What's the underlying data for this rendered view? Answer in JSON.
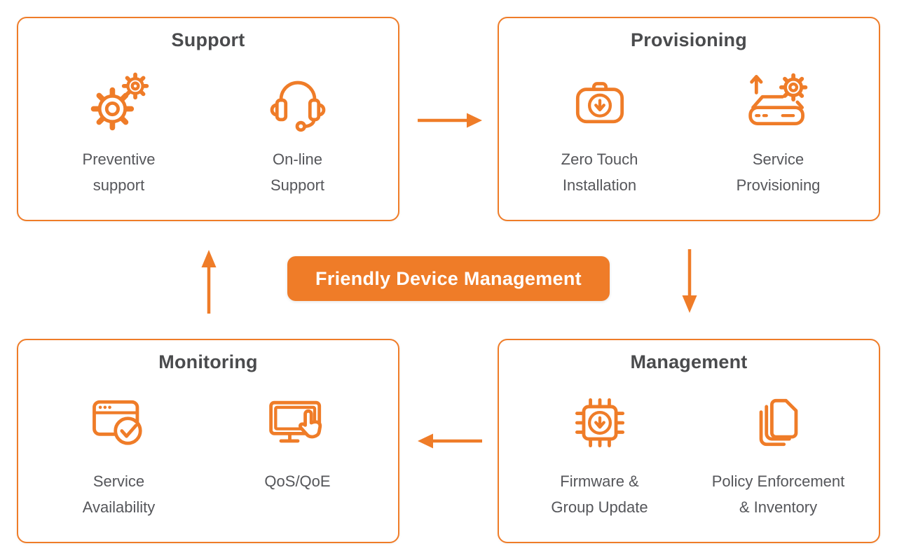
{
  "diagram": {
    "colors": {
      "accent": "#EF7C28",
      "title_color": "#4A4B4D",
      "label_color": "#55565A",
      "banner_text_color": "#FFFFFF",
      "background": "#FFFFFF"
    },
    "banner": {
      "label": "Friendly Device Management"
    },
    "boxes": [
      {
        "id": "support",
        "title": "Support",
        "items": [
          {
            "icon": "gears-icon",
            "lines": [
              "Preventive",
              "support"
            ]
          },
          {
            "icon": "headset-icon",
            "lines": [
              "On-line",
              "Support"
            ]
          }
        ]
      },
      {
        "id": "provisioning",
        "title": "Provisioning",
        "items": [
          {
            "icon": "briefcase-download-icon",
            "lines": [
              "Zero Touch",
              "Installation"
            ]
          },
          {
            "icon": "router-gear-icon",
            "lines": [
              "Service",
              "Provisioning"
            ]
          }
        ]
      },
      {
        "id": "monitoring",
        "title": "Monitoring",
        "items": [
          {
            "icon": "browser-check-icon",
            "lines": [
              "Service",
              "Availability"
            ]
          },
          {
            "icon": "monitor-touch-icon",
            "lines": [
              "QoS/QoE"
            ]
          }
        ]
      },
      {
        "id": "management",
        "title": "Management",
        "items": [
          {
            "icon": "chip-download-icon",
            "lines": [
              "Firmware &",
              "Group Update"
            ]
          },
          {
            "icon": "documents-icon",
            "lines": [
              "Policy Enforcement",
              "& Inventory"
            ]
          }
        ]
      }
    ],
    "arrows": [
      {
        "name": "support-to-provisioning",
        "direction": "right"
      },
      {
        "name": "provisioning-to-management",
        "direction": "down"
      },
      {
        "name": "management-to-monitoring",
        "direction": "left"
      },
      {
        "name": "monitoring-to-support",
        "direction": "up"
      }
    ]
  }
}
